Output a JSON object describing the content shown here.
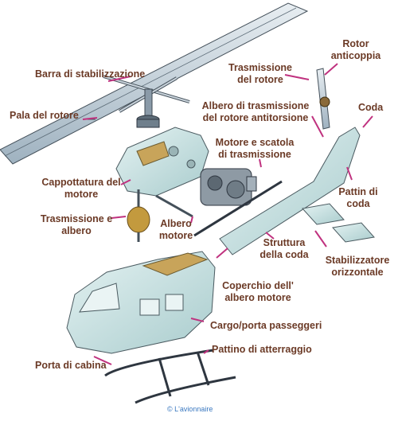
{
  "labels": {
    "barra": "Barra di stabilizzazione",
    "pala": "Pala del rotore",
    "cappottatura": "Cappottatura del motore",
    "trasmissione_albero": "Trasmissione e albero",
    "albero_motore": "Albero motore",
    "trasmissione_rotore": "Trasmissione del rotore",
    "rotor_anticoppia": "Rotor anticoppia",
    "albero_antitorsione": "Albero di trasmissione del rotore antitorsione",
    "coda": "Coda",
    "motore_scatola": "Motore e scatola di trasmissione",
    "pattin_coda": "Pattin di coda",
    "struttura_coda": "Struttura della coda",
    "stabilizzatore": "Stabilizzatore orizzontale",
    "coperchio": "Coperchio dell' albero motore",
    "cargo": "Cargo/porta passeggeri",
    "pattino": "Pattino di atterraggio",
    "porta_cabina": "Porta di cabina"
  },
  "copyright": "© L'avionnaire",
  "colors": {
    "label_text": "#6b3a26",
    "leader_line": "#c0327f",
    "body_fill": "#c9e3e3",
    "metal": "#8a9aa8"
  }
}
